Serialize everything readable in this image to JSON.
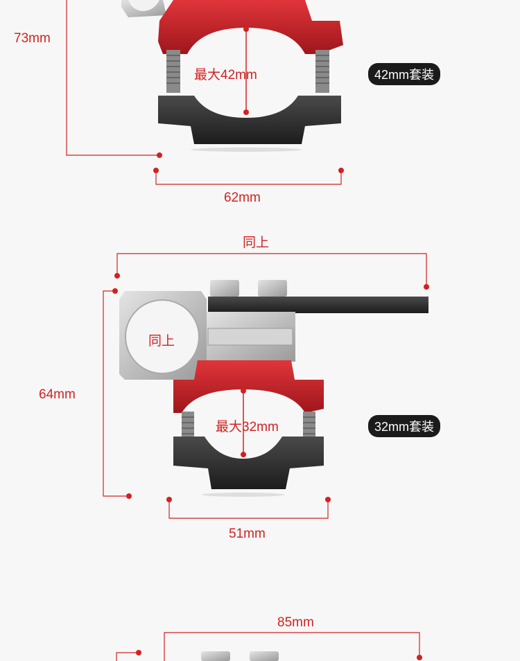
{
  "section1": {
    "height": "73mm",
    "inner": "最大42mm",
    "width": "62mm",
    "badge": "42mm套装"
  },
  "section2": {
    "top": "同上",
    "ring": "同上",
    "height": "64mm",
    "inner": "最大32mm",
    "badge": "32mm套装",
    "width": "51mm"
  },
  "section3": {
    "top": "85mm"
  },
  "colors": {
    "dimension_red": "#d42020",
    "clamp_red": "#c21f24",
    "clamp_black": "#2a2a2a",
    "metal_silver": "#c6c6c6"
  }
}
